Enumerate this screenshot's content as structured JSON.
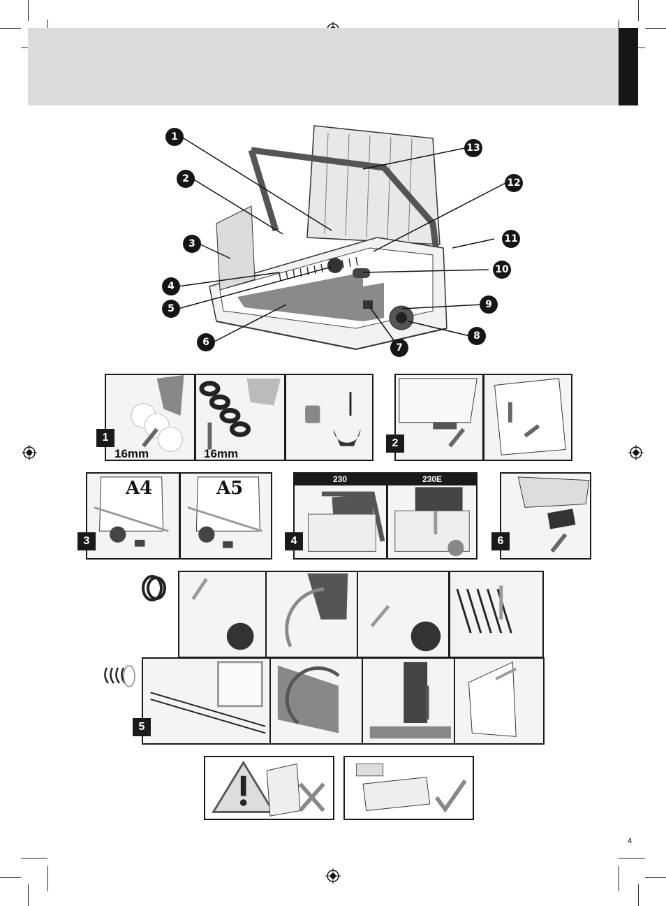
{
  "page": {
    "number": "4"
  },
  "callouts": [
    "1",
    "2",
    "3",
    "4",
    "5",
    "6",
    "7",
    "8",
    "9",
    "10",
    "11",
    "12",
    "13"
  ],
  "steps": {
    "s1": {
      "badge": "1",
      "label_a": "16mm",
      "label_b": "16mm"
    },
    "s2": {
      "badge": "2"
    },
    "s3": {
      "badge": "3",
      "paper_a": "A4",
      "paper_b": "A5"
    },
    "s4": {
      "badge": "4",
      "model_a": "230",
      "model_b": "230E"
    },
    "s5": {
      "badge": "5"
    },
    "s6": {
      "badge": "6"
    }
  },
  "colors": {
    "band": "#dcdcdc",
    "tab": "#161616",
    "ink": "#1a1a1a"
  },
  "icons": [
    "registration-mark-icon",
    "warning-triangle-icon",
    "cross-mark-icon",
    "check-mark-icon",
    "plastic-comb-icon",
    "wire-binding-icon"
  ]
}
